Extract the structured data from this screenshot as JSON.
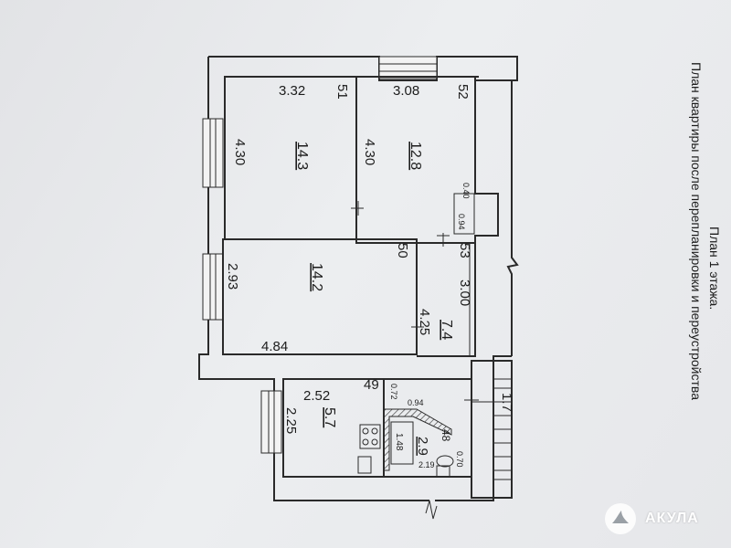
{
  "document": {
    "title_line1": "План 1 этажа.",
    "title_line2": "План квартиры после перепланировки и переустройства"
  },
  "rooms": {
    "room_a": {
      "area": "14.3",
      "dim_top": "3.32",
      "dim_side": "4.30",
      "dim_side2": "4.30",
      "num": "51"
    },
    "room_b": {
      "area": "12.8",
      "dim_top": "3.08",
      "num": "52",
      "small1": "0.40",
      "small2": "0.94"
    },
    "room_c": {
      "area": "14.2",
      "dim_side": "2.93",
      "dim_bottom": "4.84",
      "num": "50"
    },
    "corridor": {
      "area": "7.4",
      "dim_len": "4.25",
      "dim_w": "3.00",
      "num": "53"
    },
    "kitchen": {
      "area": "5.7",
      "dim_top": "2.52",
      "dim_side": "2.25",
      "num": "49"
    },
    "bathroom": {
      "area": "2.9",
      "small1": "0.72",
      "small2": "0.94",
      "bath_len": "1.48",
      "num": "48",
      "small3": "0.70",
      "small4": "2.19"
    },
    "stair": {
      "dim": "1.7"
    }
  },
  "watermark": {
    "text": "АКУЛА"
  },
  "colors": {
    "paper": "#e7e8ea",
    "ink": "#1c1c1c",
    "watermark": "#ffffff"
  }
}
